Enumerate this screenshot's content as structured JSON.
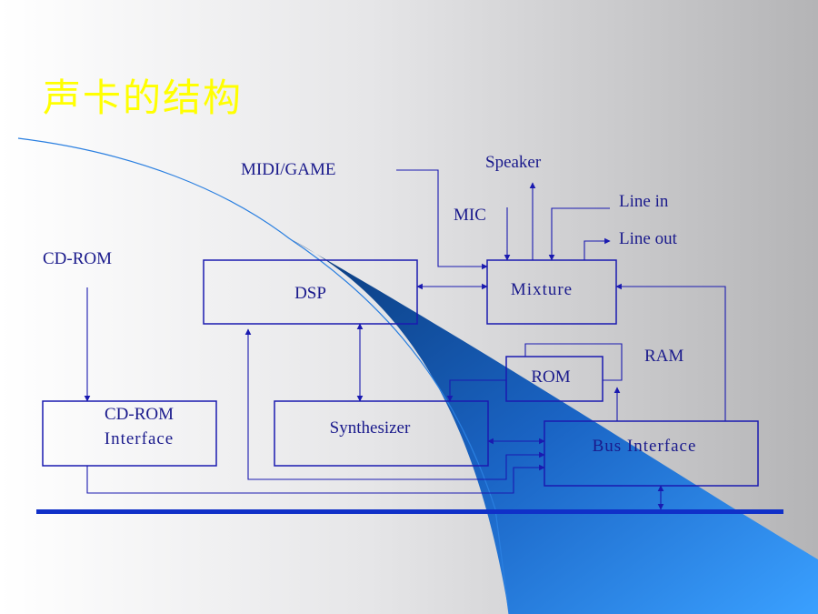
{
  "slide": {
    "title": "声卡的结构"
  },
  "diagram": {
    "external_labels": {
      "midi_game": "MIDI/GAME",
      "speaker": "Speaker",
      "mic": "MIC",
      "line_in": "Line in",
      "line_out": "Line out",
      "cd_rom": "CD-ROM",
      "ram": "RAM"
    },
    "blocks": {
      "dsp": "DSP",
      "mixture": "Mixture",
      "rom": "ROM",
      "cdrom_interface_line1": "CD-ROM",
      "cdrom_interface_line2": "Interface",
      "synthesizer": "Synthesizer",
      "bus_interface": "Bus Interface"
    },
    "colors": {
      "line": "#1a1ab0",
      "bus_bar": "#1030c8",
      "text": "#1a1a8c",
      "title": "#ffff00"
    }
  }
}
